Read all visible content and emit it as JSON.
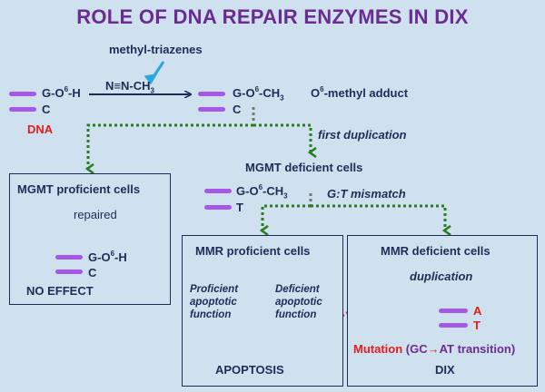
{
  "title": "ROLE OF DNA REPAIR ENZYMES IN DIX",
  "colors": {
    "title": "#6a2c91",
    "text": "#1c2e58",
    "strand": "#a45ae6",
    "arrow_green": "#2a7d1e",
    "arrow_red": "#e21d1d",
    "arrow_blue": "#29a8e0"
  },
  "top": {
    "reagent": "methyl-triazenes",
    "reagent_formula": "N≡N-CH",
    "reagent_formula_sub": "3",
    "dna_top_prefix": "G-O",
    "dna_top_sup": "6",
    "dna_top_suffix": "-H",
    "dna_bottom": "C",
    "dna_label": "DNA",
    "adduct_prefix": "G-O",
    "adduct_sup": "6",
    "adduct_suffix": "-CH",
    "adduct_sub": "3",
    "adduct_label_sup": "6",
    "adduct_label_prefix": "O",
    "adduct_label_suffix": "-methyl adduct",
    "adduct_bottom": "C",
    "first_duplication": "first duplication"
  },
  "middle": {
    "deficient_title": "MGMT deficient cells",
    "strand_prefix": "G-O",
    "strand_sup": "6",
    "strand_suffix": "-CH",
    "strand_sub": "3",
    "strand_bottom": "T",
    "mismatch": "G:T mismatch"
  },
  "box_mgmt_proficient": {
    "title": "MGMT proficient cells",
    "repaired": "repaired",
    "strand_prefix": "G-O",
    "strand_sup": "6",
    "strand_suffix": "-H",
    "strand_bottom": "C",
    "result": "NO EFFECT"
  },
  "box_mmr_proficient": {
    "title": "MMR proficient cells",
    "left_branch": [
      "Proficient",
      "apoptotic",
      "function"
    ],
    "right_branch": [
      "Deficient",
      "apoptotic",
      "function"
    ],
    "result": "APOPTOSIS"
  },
  "box_mmr_deficient": {
    "title": "MMR deficient cells",
    "duplication": "duplication",
    "strand_top": "A",
    "strand_bottom": "T",
    "mutation_word": "Mutation",
    "mutation_detail_open": "(GC",
    "mutation_arrow": "→",
    "mutation_detail_close": "AT transition)",
    "result": "DIX"
  }
}
